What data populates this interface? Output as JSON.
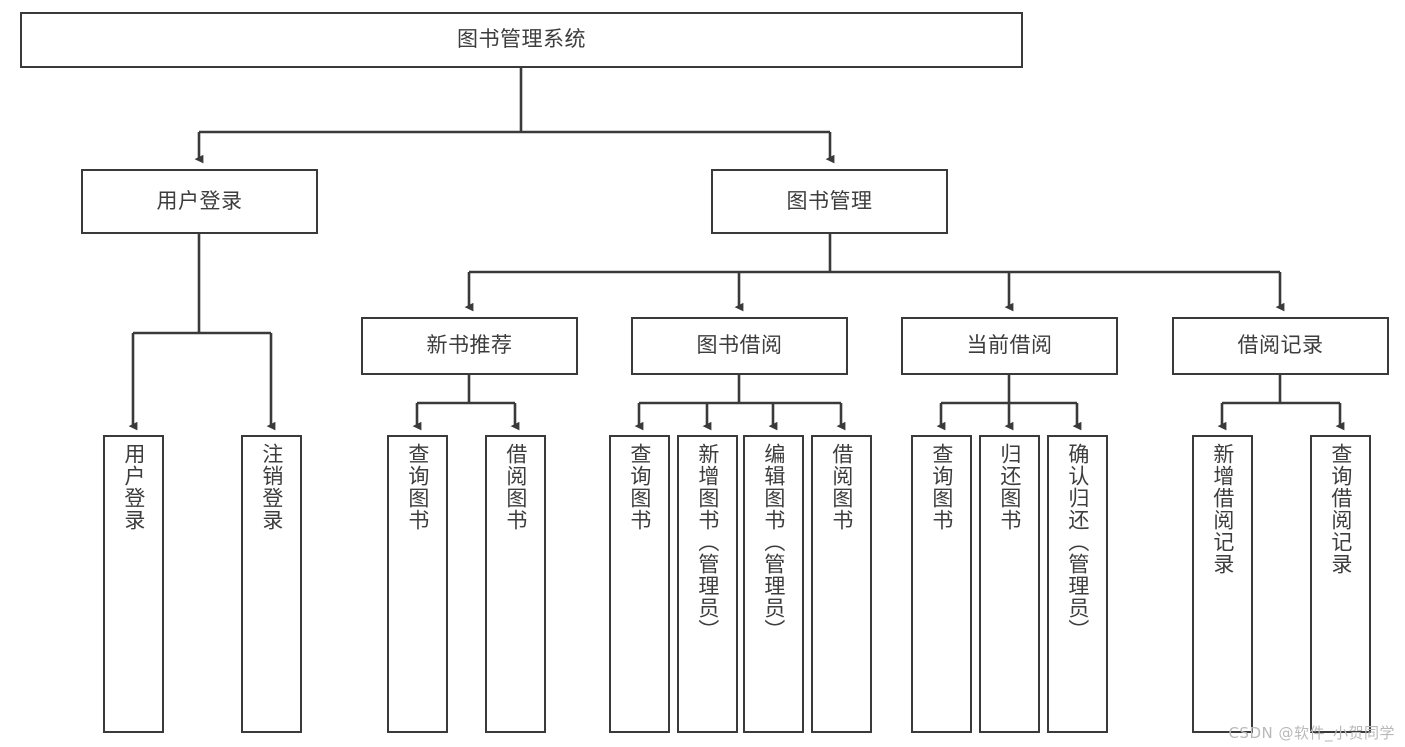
{
  "diagram": {
    "title": "图书管理系统",
    "type": "tree-hierarchy",
    "watermark": "CSDN @软件_小贺同学",
    "colors": {
      "box_border": "#3a3a3a",
      "box_fill": "#ffffff",
      "edge": "#3a3a3a",
      "text": "#3d3d3d",
      "watermark": "#b9b9b9",
      "background": "#ffffff"
    },
    "nodes": {
      "root": {
        "label": "图书管理系统"
      },
      "level2": [
        {
          "id": "user-login",
          "label": "用户登录"
        },
        {
          "id": "book-manage",
          "label": "图书管理"
        }
      ],
      "level3": [
        {
          "id": "new-book-rec",
          "label": "新书推荐"
        },
        {
          "id": "book-borrow",
          "label": "图书借阅"
        },
        {
          "id": "current-borrow",
          "label": "当前借阅"
        },
        {
          "id": "borrow-record",
          "label": "借阅记录"
        }
      ],
      "leaves": {
        "user-login": [
          {
            "id": "leaf-user-login",
            "label": "用户登录"
          },
          {
            "id": "leaf-logout-login",
            "label": "注销登录"
          }
        ],
        "new-book-rec": [
          {
            "id": "leaf-query-book-1",
            "label": "查询图书"
          },
          {
            "id": "leaf-borrow-book-1",
            "label": "借阅图书"
          }
        ],
        "book-borrow": [
          {
            "id": "leaf-query-book-2",
            "label": "查询图书"
          },
          {
            "id": "leaf-add-book",
            "label": "新增图书（管理员）"
          },
          {
            "id": "leaf-edit-book",
            "label": "编辑图书（管理员）"
          },
          {
            "id": "leaf-borrow-book-2",
            "label": "借阅图书"
          }
        ],
        "current-borrow": [
          {
            "id": "leaf-query-book-3",
            "label": "查询图书"
          },
          {
            "id": "leaf-return-book",
            "label": "归还图书"
          },
          {
            "id": "leaf-confirm-return",
            "label": "确认归还（管理员）"
          }
        ],
        "borrow-record": [
          {
            "id": "leaf-add-record",
            "label": "新增借阅记录"
          },
          {
            "id": "leaf-query-record",
            "label": "查询借阅记录"
          }
        ]
      }
    }
  }
}
